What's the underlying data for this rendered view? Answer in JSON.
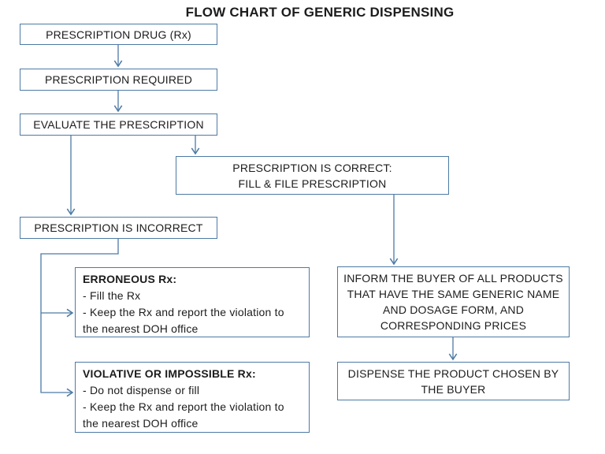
{
  "colors": {
    "accent": "#4d7aa5",
    "text": "#1c1c1c",
    "background": "#ffffff"
  },
  "title": "FLOW CHART OF GENERIC DISPENSING",
  "flowchart": {
    "nodes": {
      "rx_drug": {
        "label": "PRESCRIPTION DRUG (Rx)"
      },
      "rx_required": {
        "label": "PRESCRIPTION REQUIRED"
      },
      "evaluate": {
        "label": "EVALUATE THE PRESCRIPTION"
      },
      "correct": {
        "lines": [
          "PRESCRIPTION IS CORRECT:",
          "FILL & FILE PRESCRIPTION"
        ]
      },
      "incorrect": {
        "label": "PRESCRIPTION IS INCORRECT"
      },
      "erroneous": {
        "heading": "ERRONEOUS Rx:",
        "items": [
          "- Fill the Rx",
          "- Keep the Rx and report the violation to the nearest DOH office"
        ]
      },
      "violative": {
        "heading": "VIOLATIVE OR IMPOSSIBLE Rx:",
        "items": [
          "- Do not dispense or fill",
          "- Keep the Rx and report the violation to the nearest DOH office"
        ]
      },
      "inform": {
        "lines": [
          "INFORM THE BUYER OF ALL PRODUCTS",
          "THAT HAVE THE SAME GENERIC NAME",
          "AND DOSAGE FORM, AND",
          "CORRESPONDING PRICES"
        ]
      },
      "dispense": {
        "lines": [
          "DISPENSE THE PRODUCT CHOSEN BY",
          "THE BUYER"
        ]
      }
    }
  }
}
